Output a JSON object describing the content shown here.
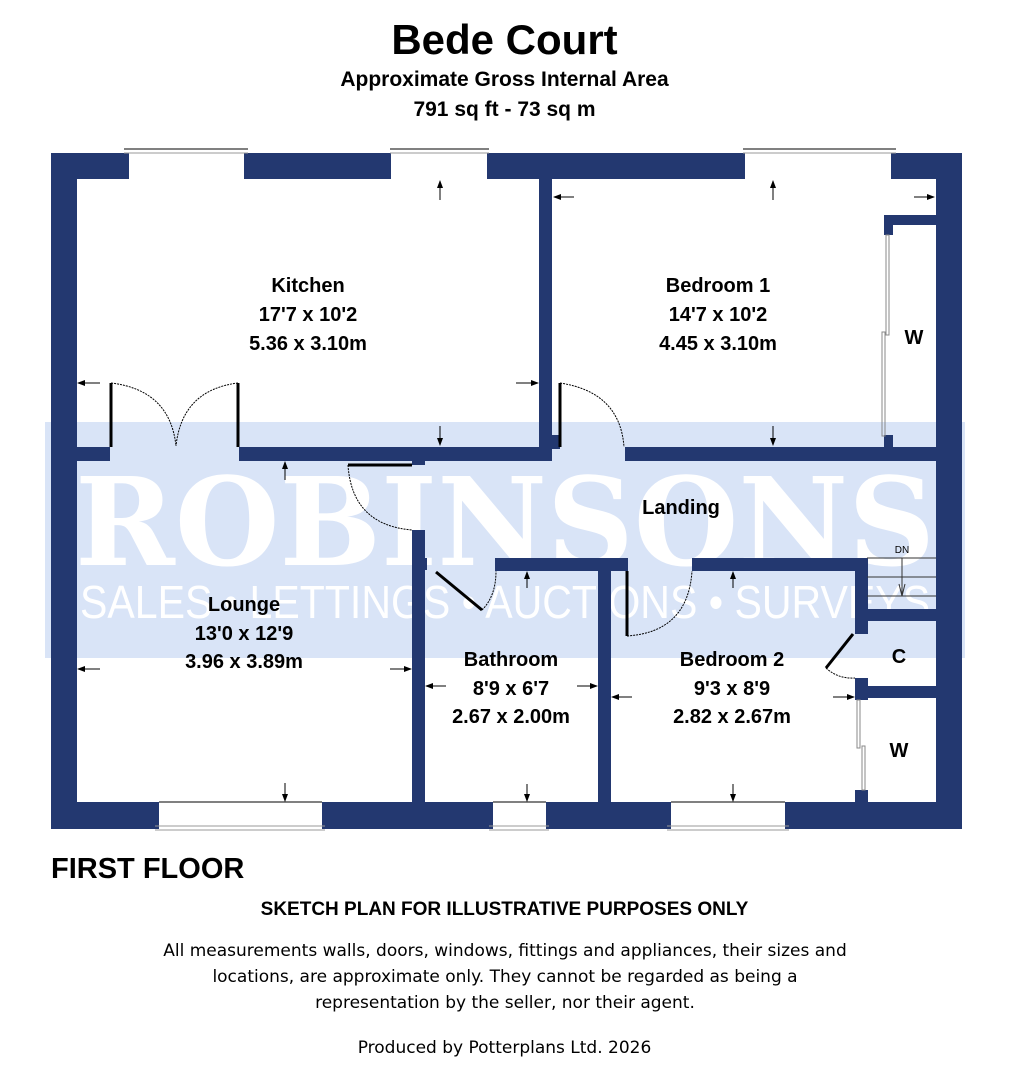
{
  "header": {
    "title": "Bede Court",
    "area_label": "Approximate Gross Internal Area",
    "area_value": "791 sq ft - 73 sq m"
  },
  "colors": {
    "wall": "#233870",
    "watermark_band": "#d9e4f7",
    "watermark_text": "#ffffff",
    "watermark_dot": "#f3efc9",
    "background": "#ffffff",
    "text": "#000000"
  },
  "watermark": {
    "brand": "ROBINSONS",
    "tagline": "SALES • LETTINGS • AUCTIONS • SURVEYS"
  },
  "rooms": {
    "kitchen": {
      "name": "Kitchen",
      "imperial": "17'7 x 10'2",
      "metric": "5.36 x 3.10m"
    },
    "bedroom1": {
      "name": "Bedroom 1",
      "imperial": "14'7 x 10'2",
      "metric": "4.45 x 3.10m"
    },
    "landing": {
      "name": "Landing"
    },
    "lounge": {
      "name": "Lounge",
      "imperial": "13'0 x 12'9",
      "metric": "3.96 x 3.89m"
    },
    "bathroom": {
      "name": "Bathroom",
      "imperial": "8'9 x 6'7",
      "metric": "2.67 x 2.00m"
    },
    "bedroom2": {
      "name": "Bedroom 2",
      "imperial": "9'3 x 8'9",
      "metric": "2.82 x 2.67m"
    },
    "wardrobe1": {
      "name": "W"
    },
    "cupboard": {
      "name": "C"
    },
    "wardrobe2": {
      "name": "W"
    },
    "stairs": {
      "label": "DN"
    }
  },
  "footer": {
    "floor_label": "FIRST FLOOR",
    "sketch_notice": "SKETCH PLAN FOR ILLUSTRATIVE PURPOSES ONLY",
    "disclaimer": "All measurements walls, doors, windows, fittings and appliances, their sizes and locations, are approximate only. They cannot be regarded as being a representation by the seller, nor their agent.",
    "produced_by": "Produced by Potterplans Ltd. 2026"
  }
}
